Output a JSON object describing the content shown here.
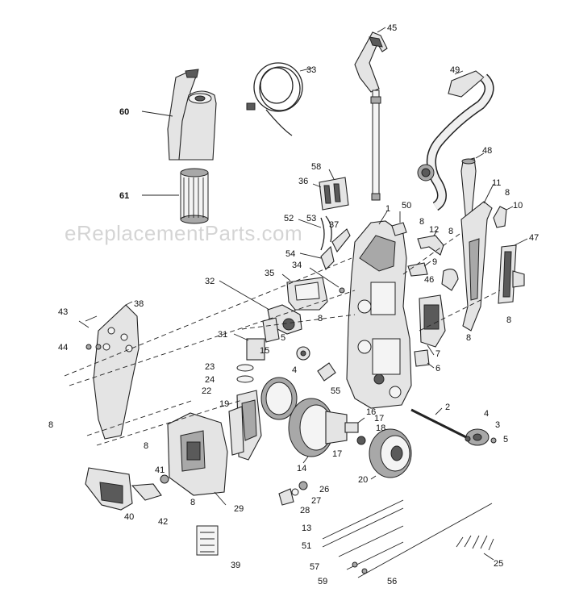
{
  "watermark": "eReplacementParts.com",
  "labels": {
    "p1": "1",
    "p2": "2",
    "p3": "3",
    "p4a": "4",
    "p4b": "4",
    "p5a": "5",
    "p5b": "5",
    "p6": "6",
    "p7": "7",
    "p8a": "8",
    "p8b": "8",
    "p8c": "8",
    "p8d": "8",
    "p8e": "8",
    "p8f": "8",
    "p8g": "8",
    "p8h": "8",
    "p8i": "8",
    "p9": "9",
    "p10": "10",
    "p11": "11",
    "p12": "12",
    "p13": "13",
    "p14": "14",
    "p15": "15",
    "p16": "16",
    "p17a": "17",
    "p17b": "17",
    "p18": "18",
    "p19": "19",
    "p20": "20",
    "p22": "22",
    "p23": "23",
    "p24": "24",
    "p25": "25",
    "p26": "26",
    "p27": "27",
    "p28": "28",
    "p29": "29",
    "p31": "31",
    "p32": "32",
    "p33": "33",
    "p34": "34",
    "p35": "35",
    "p36": "36",
    "p37": "37",
    "p38": "38",
    "p39": "39",
    "p40": "40",
    "p41": "41",
    "p42": "42",
    "p43": "43",
    "p44": "44",
    "p45": "45",
    "p46": "46",
    "p47": "47",
    "p48": "48",
    "p49": "49",
    "p50": "50",
    "p51": "51",
    "p52": "52",
    "p53": "53",
    "p54": "54",
    "p55": "55",
    "p56": "56",
    "p57": "57",
    "p58": "58",
    "p59": "59",
    "p60": "60",
    "p61": "61"
  }
}
